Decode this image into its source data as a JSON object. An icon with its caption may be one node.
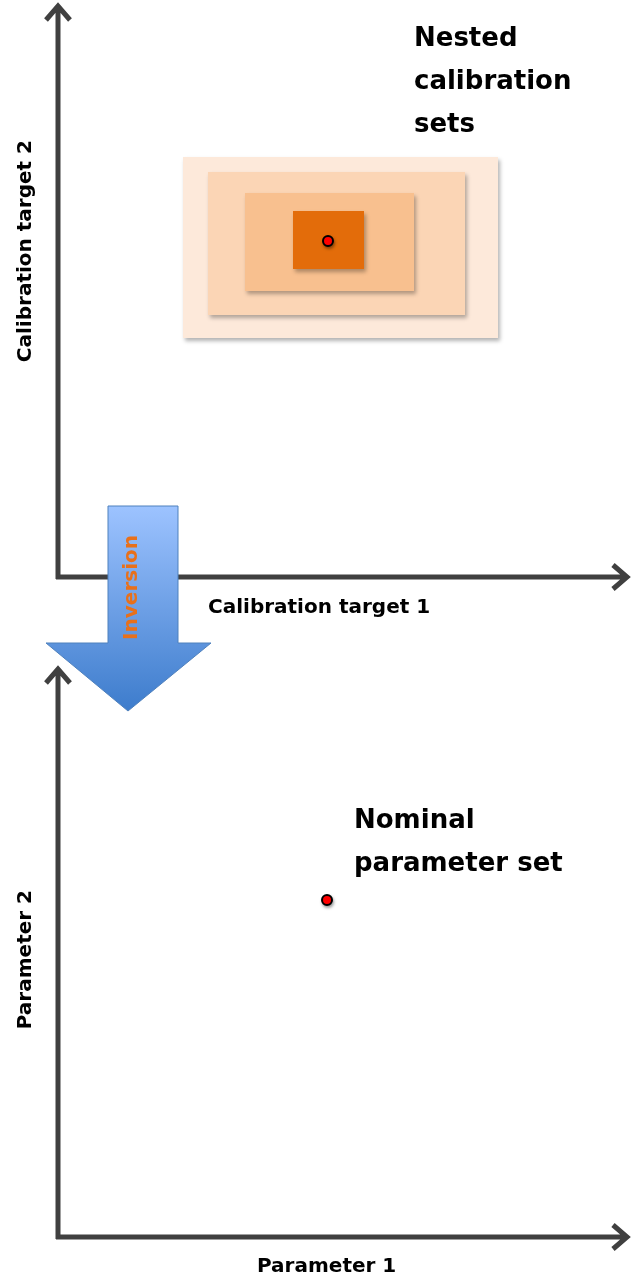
{
  "diagram": {
    "nodes": [
      {
        "text": [],
        "shape": "box",
        "beside": [
          "Nested calibration sets"
        ]
      },
      {
        "text": [],
        "shape": "box",
        "in": 0
      },
      {
        "text": [],
        "shape": "box",
        "in": 1
      },
      {
        "text": [],
        "shape": "box",
        "in": 2
      },
      {
        "text": [],
        "shape": "circle",
        "in": 3
      },
      {
        "text": [
          "Inversion"
        ]
      },
      {
        "text": [],
        "shape": "circle",
        "beside": [
          "Nominal parameter set"
        ]
      }
    ],
    "labels": [
      "Calibration target 2",
      "Calibration target 1",
      "Parameter 2",
      "Parameter 1"
    ]
  }
}
